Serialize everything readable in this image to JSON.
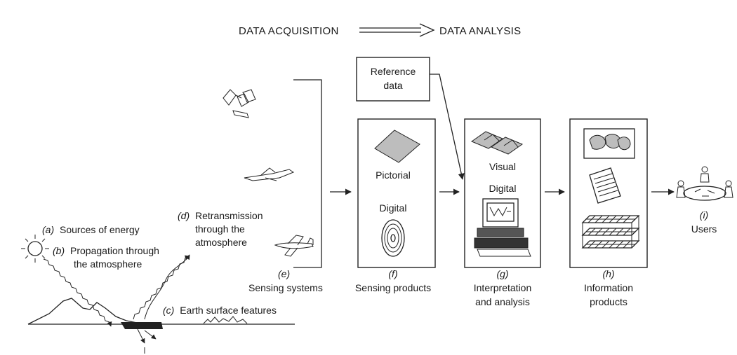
{
  "header": {
    "left": "DATA ACQUISITION",
    "right": "DATA ANALYSIS"
  },
  "labels": {
    "a": {
      "letter": "(a)",
      "line1": "Sources of energy"
    },
    "b": {
      "letter": "(b)",
      "line1": "Propagation through",
      "line2": "the atmosphere"
    },
    "c": {
      "letter": "(c)",
      "line1": "Earth surface features"
    },
    "d": {
      "letter": "(d)",
      "line1": "Retransmission",
      "line2": "through the",
      "line3": "atmosphere"
    },
    "e": {
      "letter": "(e)",
      "line1": "Sensing systems"
    },
    "f": {
      "letter": "(f)",
      "line1": "Sensing products"
    },
    "g": {
      "letter": "(g)",
      "line1": "Interpretation",
      "line2": "and analysis"
    },
    "h": {
      "letter": "(h)",
      "line1": "Information",
      "line2": "products"
    },
    "i": {
      "letter": "(i)",
      "line1": "Users"
    }
  },
  "boxes": {
    "reference": {
      "line1": "Reference",
      "line2": "data"
    },
    "products": {
      "pictorial": "Pictorial",
      "digital": "Digital"
    },
    "analysis": {
      "visual": "Visual",
      "digital": "Digital"
    }
  },
  "icons": {
    "sun": "sun-icon",
    "satellite": "satellite-icon",
    "jet": "jet-aircraft-icon",
    "plane": "light-aircraft-icon",
    "photo": "aerial-photo-icon",
    "disc": "data-disc-icon",
    "stereo": "stereo-image-icon",
    "computer": "computer-workstation-icon",
    "map": "thematic-map-icon",
    "table": "data-table-icon",
    "grid": "gis-layers-icon",
    "users": "users-meeting-icon"
  },
  "colors": {
    "ink": "#1a1a1a",
    "fill": "#bdbdbd"
  }
}
